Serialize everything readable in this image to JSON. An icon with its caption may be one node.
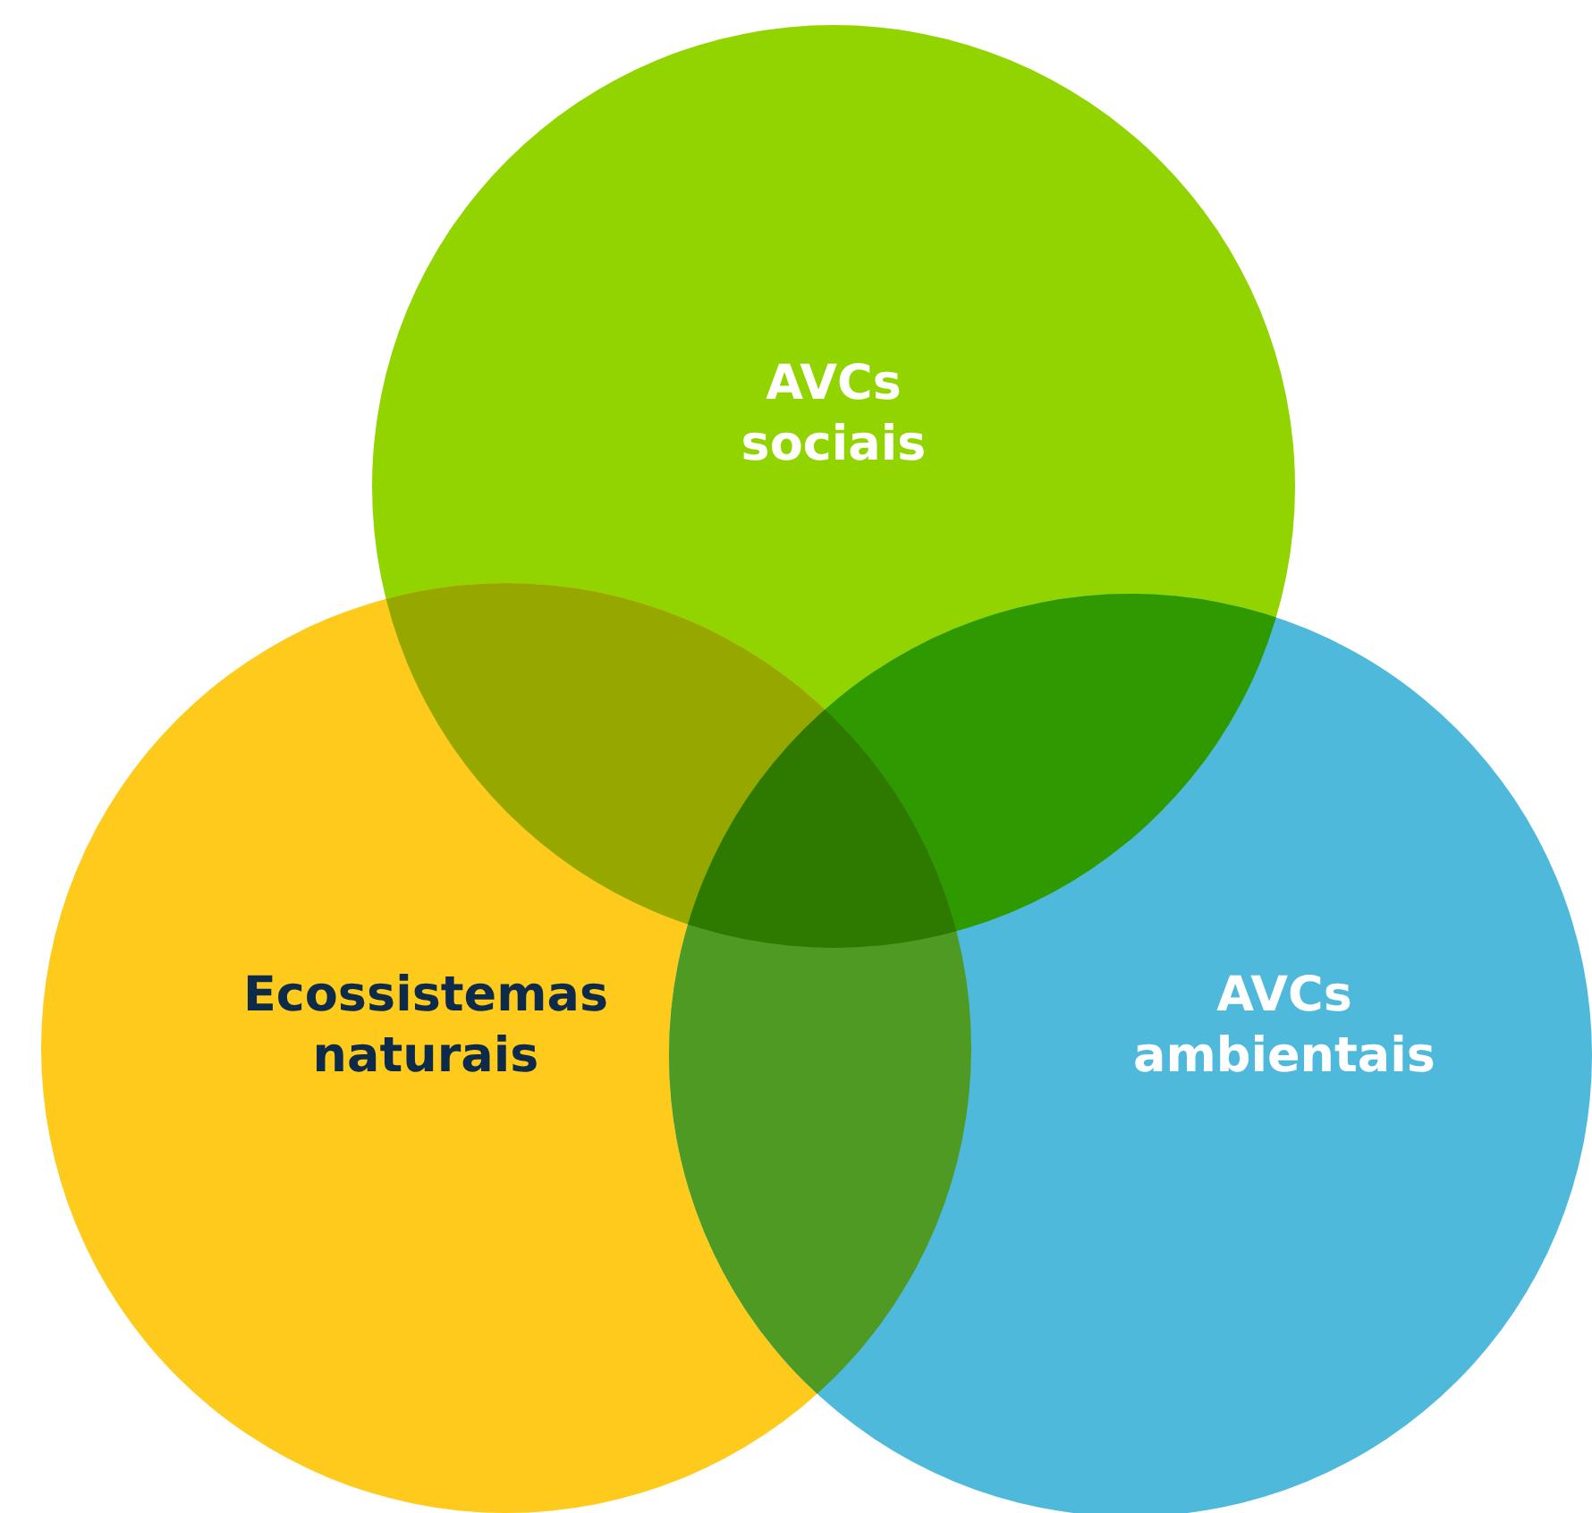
{
  "diagram": {
    "nodes": [
      {
        "text": [
          "AVCs sociais"
        ]
      },
      {
        "text": [
          "Ecossistemas naturais"
        ]
      },
      {
        "text": [
          "AVCs ambientais"
        ]
      }
    ]
  }
}
